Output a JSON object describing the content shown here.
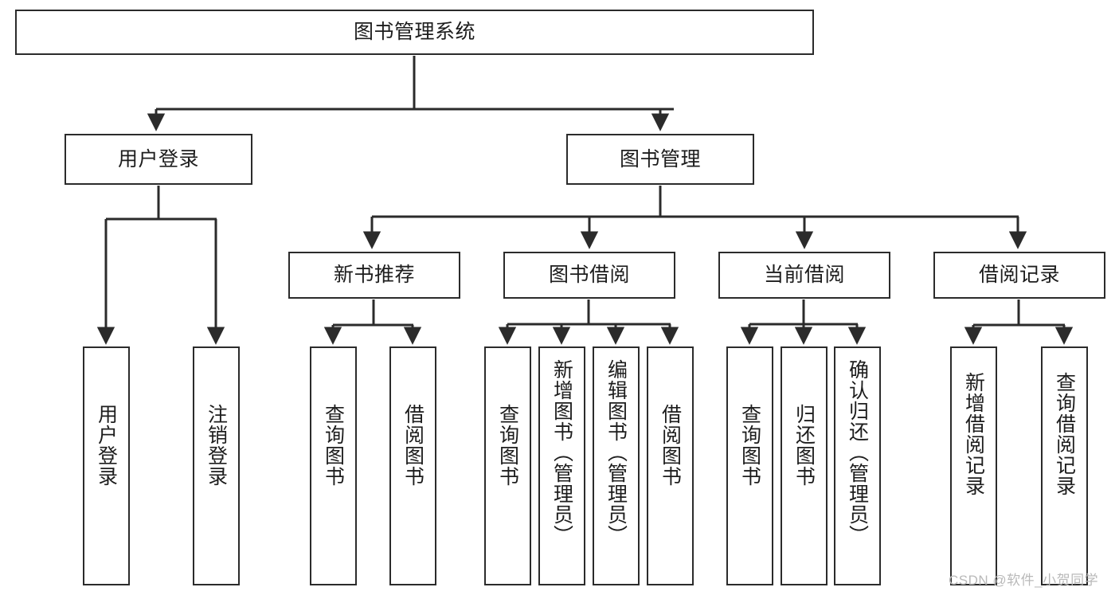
{
  "diagram": {
    "type": "tree-hierarchy",
    "title": "图书管理系统",
    "watermark": "CSDN @软件_小贺同学",
    "levels": 4,
    "root": {
      "id": "root",
      "label": "图书管理系统",
      "orientation": "horizontal"
    },
    "level2": [
      {
        "id": "user-login",
        "label": "用户登录",
        "orientation": "horizontal"
      },
      {
        "id": "book-manage",
        "label": "图书管理",
        "orientation": "horizontal"
      }
    ],
    "level3": [
      {
        "id": "new-book-rec",
        "label": "新书推荐",
        "orientation": "horizontal",
        "parent": "book-manage"
      },
      {
        "id": "book-borrow",
        "label": "图书借阅",
        "orientation": "horizontal",
        "parent": "book-manage"
      },
      {
        "id": "current-borrow",
        "label": "当前借阅",
        "orientation": "horizontal",
        "parent": "book-manage"
      },
      {
        "id": "borrow-record",
        "label": "借阅记录",
        "orientation": "horizontal",
        "parent": "book-manage"
      }
    ],
    "leaves": [
      {
        "id": "leaf-user-login",
        "label": "用户登录",
        "parent": "user-login",
        "orientation": "vertical"
      },
      {
        "id": "leaf-user-logout",
        "label": "注销登录",
        "parent": "user-login",
        "orientation": "vertical"
      },
      {
        "id": "leaf-query-book-1",
        "label": "查询图书",
        "parent": "new-book-rec",
        "orientation": "vertical"
      },
      {
        "id": "leaf-borrow-book-1",
        "label": "借阅图书",
        "parent": "new-book-rec",
        "orientation": "vertical"
      },
      {
        "id": "leaf-query-book-2",
        "label": "查询图书",
        "parent": "book-borrow",
        "orientation": "vertical"
      },
      {
        "id": "leaf-add-book",
        "label": "新增图书（管理员）",
        "parent": "book-borrow",
        "orientation": "vertical"
      },
      {
        "id": "leaf-edit-book",
        "label": "编辑图书（管理员）",
        "parent": "book-borrow",
        "orientation": "vertical"
      },
      {
        "id": "leaf-borrow-book-2",
        "label": "借阅图书",
        "parent": "book-borrow",
        "orientation": "vertical"
      },
      {
        "id": "leaf-query-book-3",
        "label": "查询图书",
        "parent": "current-borrow",
        "orientation": "vertical"
      },
      {
        "id": "leaf-return-book",
        "label": "归还图书",
        "parent": "current-borrow",
        "orientation": "vertical"
      },
      {
        "id": "leaf-confirm-return",
        "label": "确认归还（管理员）",
        "parent": "current-borrow",
        "orientation": "vertical"
      },
      {
        "id": "leaf-add-record",
        "label": "新增借阅记录",
        "parent": "borrow-record",
        "orientation": "vertical"
      },
      {
        "id": "leaf-query-record",
        "label": "查询借阅记录",
        "parent": "borrow-record",
        "orientation": "vertical"
      }
    ],
    "colors": {
      "node_border": "#2b2b2b",
      "node_fill": "#ffffff",
      "edge": "#2b2b2b",
      "text": "#1d1d1d",
      "background": "#ffffff",
      "watermark": "#b9b9b9"
    }
  }
}
